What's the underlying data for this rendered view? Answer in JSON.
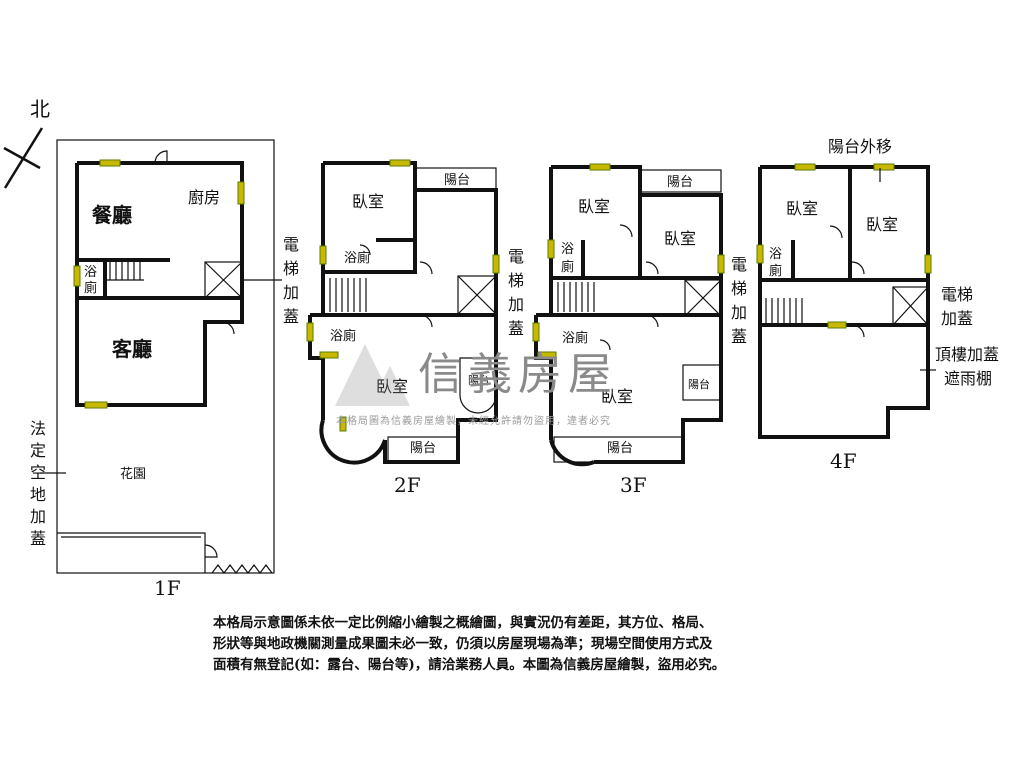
{
  "compass": {
    "label": "北"
  },
  "floors": {
    "f1": {
      "title": "1F",
      "rooms": {
        "dining": "餐廳",
        "kitchen": "廚房",
        "living": "客廳",
        "garden": "花園",
        "bath_a": "浴",
        "bath_b": "廁"
      },
      "notes": {
        "elevator": [
          "電",
          "梯",
          "加",
          "蓋"
        ],
        "legal_space": [
          "法",
          "定",
          "空",
          "地",
          "加",
          "蓋"
        ]
      }
    },
    "f2": {
      "title": "2F",
      "rooms": {
        "bedroom_top": "臥室",
        "bath": "浴廁",
        "balcony_top": "陽台",
        "bath_lower": "浴廁",
        "bedroom_main": "臥室",
        "balcony_right": "陽台",
        "balcony_bottom": "陽台"
      },
      "notes": {
        "elevator": [
          "電",
          "梯",
          "加",
          "蓋"
        ]
      }
    },
    "f3": {
      "title": "3F",
      "rooms": {
        "bedroom_left": "臥室",
        "balcony_top": "陽台",
        "bedroom_right": "臥室",
        "bath_a": "浴",
        "bath_b": "廁",
        "bath_lower": "浴廁",
        "bedroom_main": "臥室",
        "balcony_right": "陽台",
        "balcony_bottom": "陽台"
      },
      "notes": {
        "elevator": [
          "電",
          "梯",
          "加",
          "蓋"
        ]
      }
    },
    "f4": {
      "title": "4F",
      "rooms": {
        "bedroom_left": "臥室",
        "bedroom_right": "臥室",
        "bath_a": "浴",
        "bath_b": "廁"
      },
      "notes": {
        "balcony_moved": "陽台外移",
        "elevator": [
          "電梯",
          "加蓋"
        ],
        "roof": [
          "頂樓加蓋",
          "遮雨棚"
        ]
      }
    }
  },
  "watermark": {
    "brand": "信義房屋",
    "sub": "本格局圖為信義房屋繪製，未經允許請勿盜用，違者必究"
  },
  "disclaimer": [
    "本格局示意圖係未依一定比例縮小繪製之概繪圖，與實況仍有差距，其方位、格局、",
    "形狀等與地政機關測量成果圖未必一致，仍須以房屋現場為準；現場空間使用方式及",
    "面積有無登記(如：露台、陽台等)，請洽業務人員。本圖為信義房屋繪製，盜用必究。"
  ],
  "colors": {
    "window": "#c9b800",
    "wall": "#111111",
    "watermark": "#8a8a8a"
  }
}
